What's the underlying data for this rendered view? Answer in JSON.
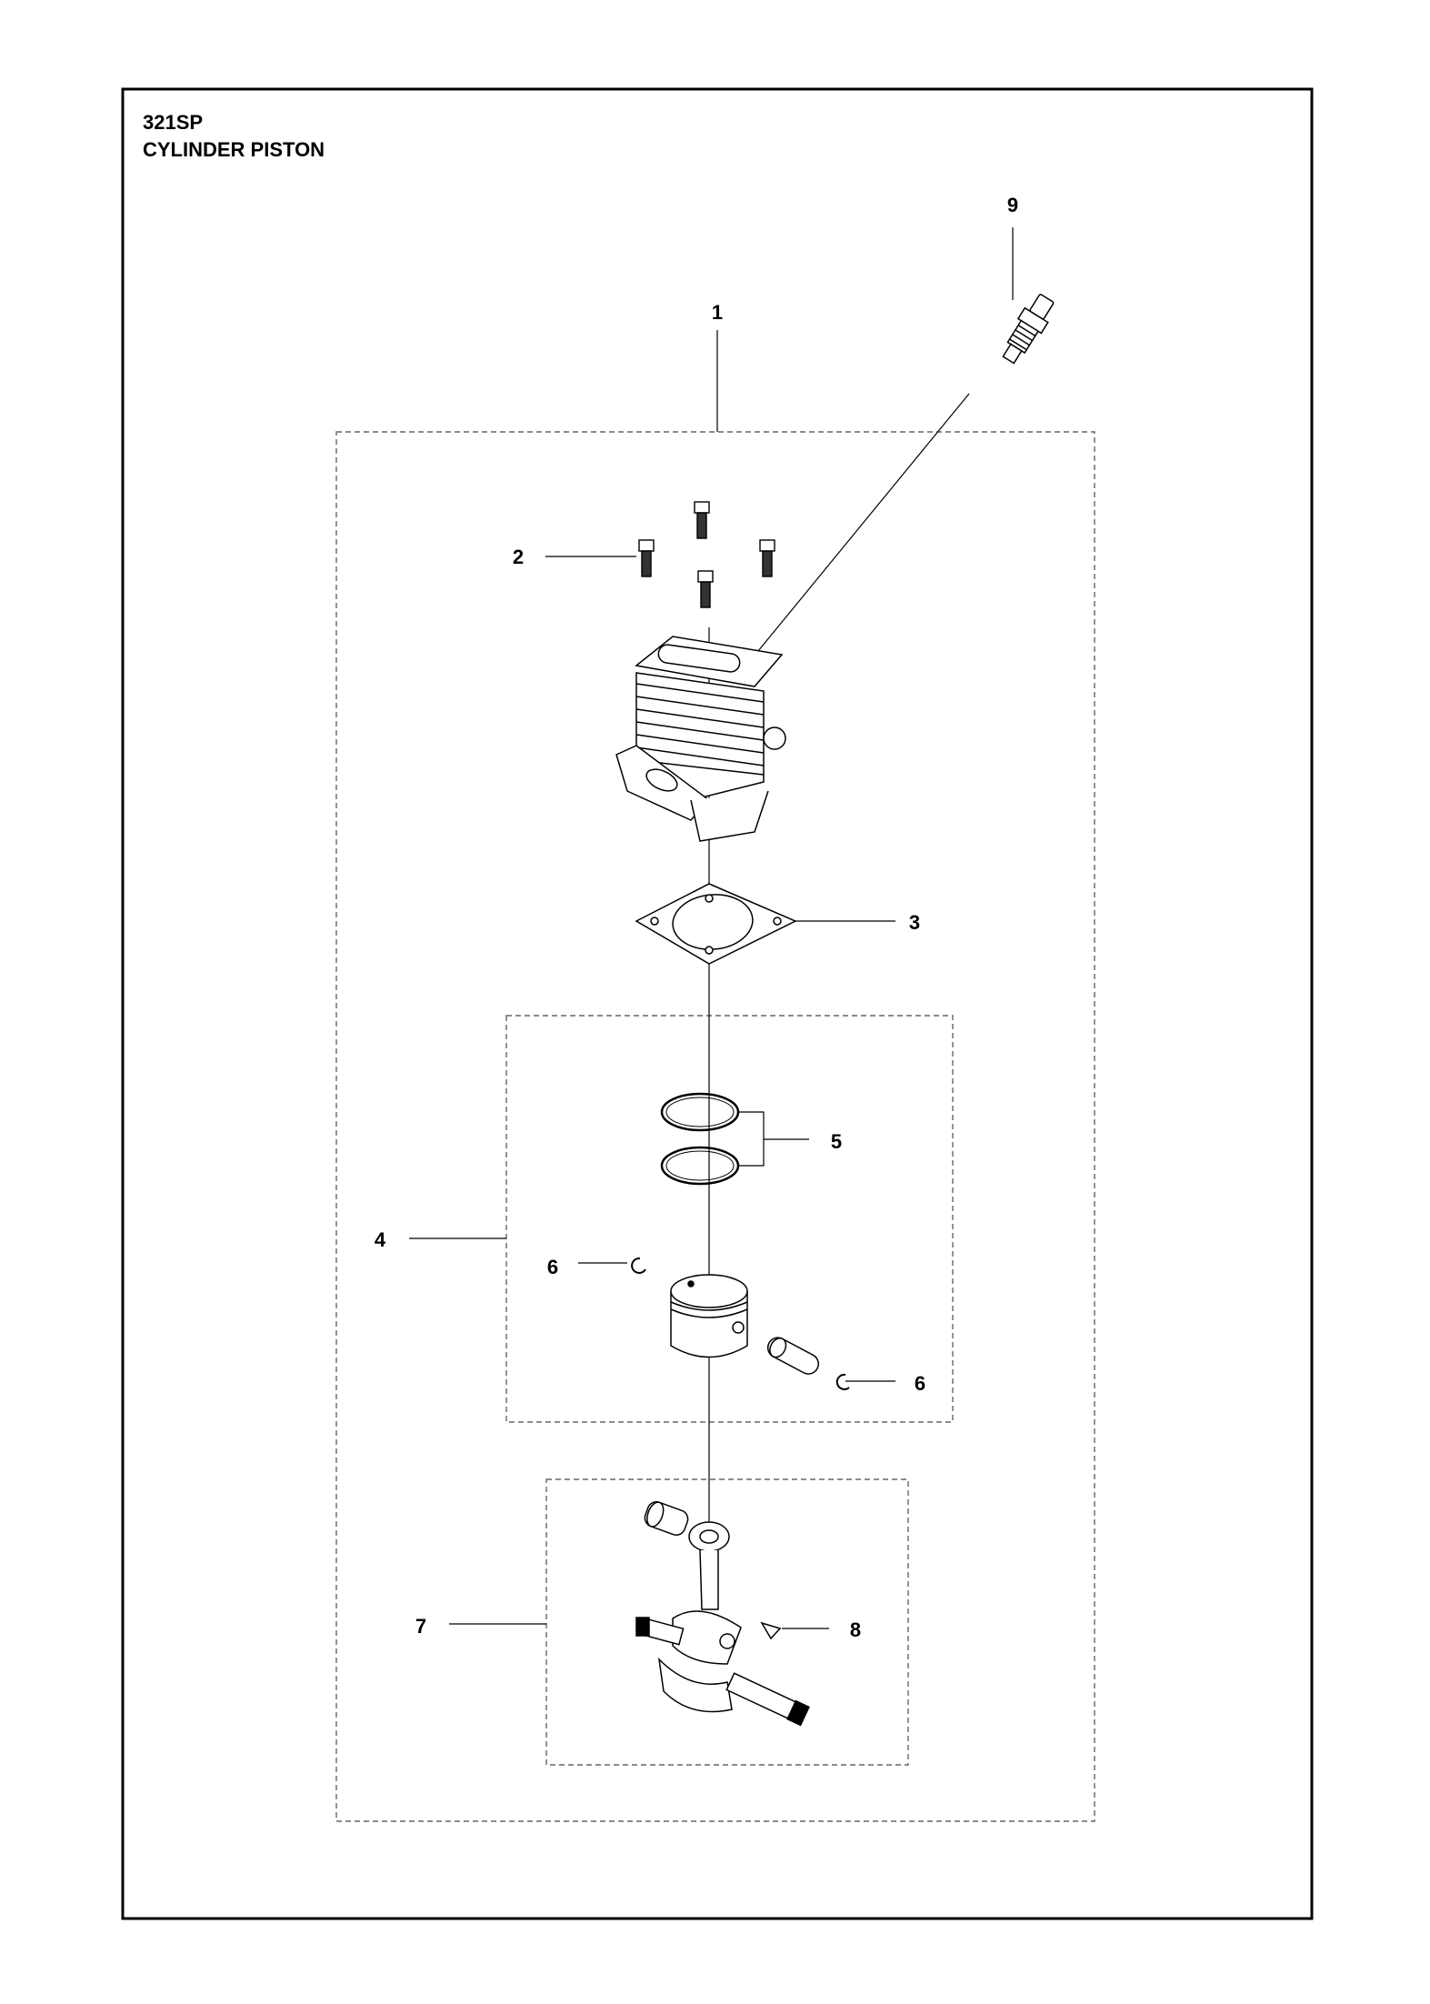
{
  "header": {
    "model": "321SP",
    "section": "CYLINDER PISTON"
  },
  "callouts": [
    {
      "ref": "1",
      "part": "cylinder-assembly-group"
    },
    {
      "ref": "2",
      "part": "cylinder-screw"
    },
    {
      "ref": "3",
      "part": "cylinder-gasket"
    },
    {
      "ref": "4",
      "part": "piston-kit-group"
    },
    {
      "ref": "5",
      "part": "piston-rings"
    },
    {
      "ref": "6",
      "part": "piston-pin-circlip"
    },
    {
      "ref": "6",
      "part": "piston-pin-circlip"
    },
    {
      "ref": "7",
      "part": "crankshaft-group"
    },
    {
      "ref": "8",
      "part": "woodruff-key"
    },
    {
      "ref": "9",
      "part": "spark-plug"
    }
  ]
}
